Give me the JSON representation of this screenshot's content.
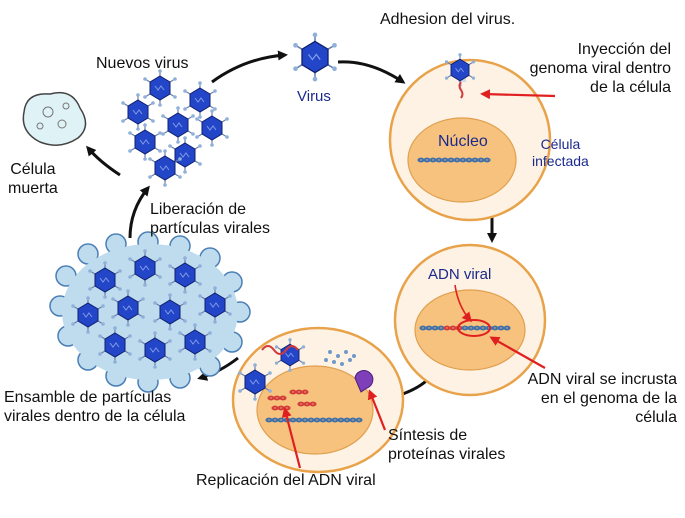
{
  "labels": {
    "adhesion": "Adhesion del virus.",
    "nuevos_virus": "Nuevos virus",
    "virus": "Virus",
    "inyeccion": [
      "Inyección del",
      "genoma viral dentro",
      "de la célula"
    ],
    "nucleo": "Núcleo",
    "celula_infectada": [
      "Célula",
      "infectada"
    ],
    "celula_muerta": [
      "Célula",
      "muerta"
    ],
    "liberacion": [
      "Liberación de",
      "partículas virales"
    ],
    "adn_viral": "ADN viral",
    "incrusta": [
      "ADN viral se incrusta",
      "en el genoma de la",
      "célula"
    ],
    "ensamble": [
      "Ensamble de partículas",
      "virales dentro de la célula"
    ],
    "sintesis": [
      "Síntesis de",
      "proteínas virales"
    ],
    "replicacion": "Replicación del ADN viral"
  },
  "colors": {
    "cell_fill": "#fdf2e4",
    "cell_border": "#e8a24a",
    "nucleus_fill": "#f7c27e",
    "virus_blue": "#2346c8",
    "dna_blue": "#3f6fa8",
    "viral_dna_red": "#d23a3a",
    "pointer_red": "#e02020",
    "arrow_black": "#111111",
    "label_blue": "#1a2a8c"
  }
}
